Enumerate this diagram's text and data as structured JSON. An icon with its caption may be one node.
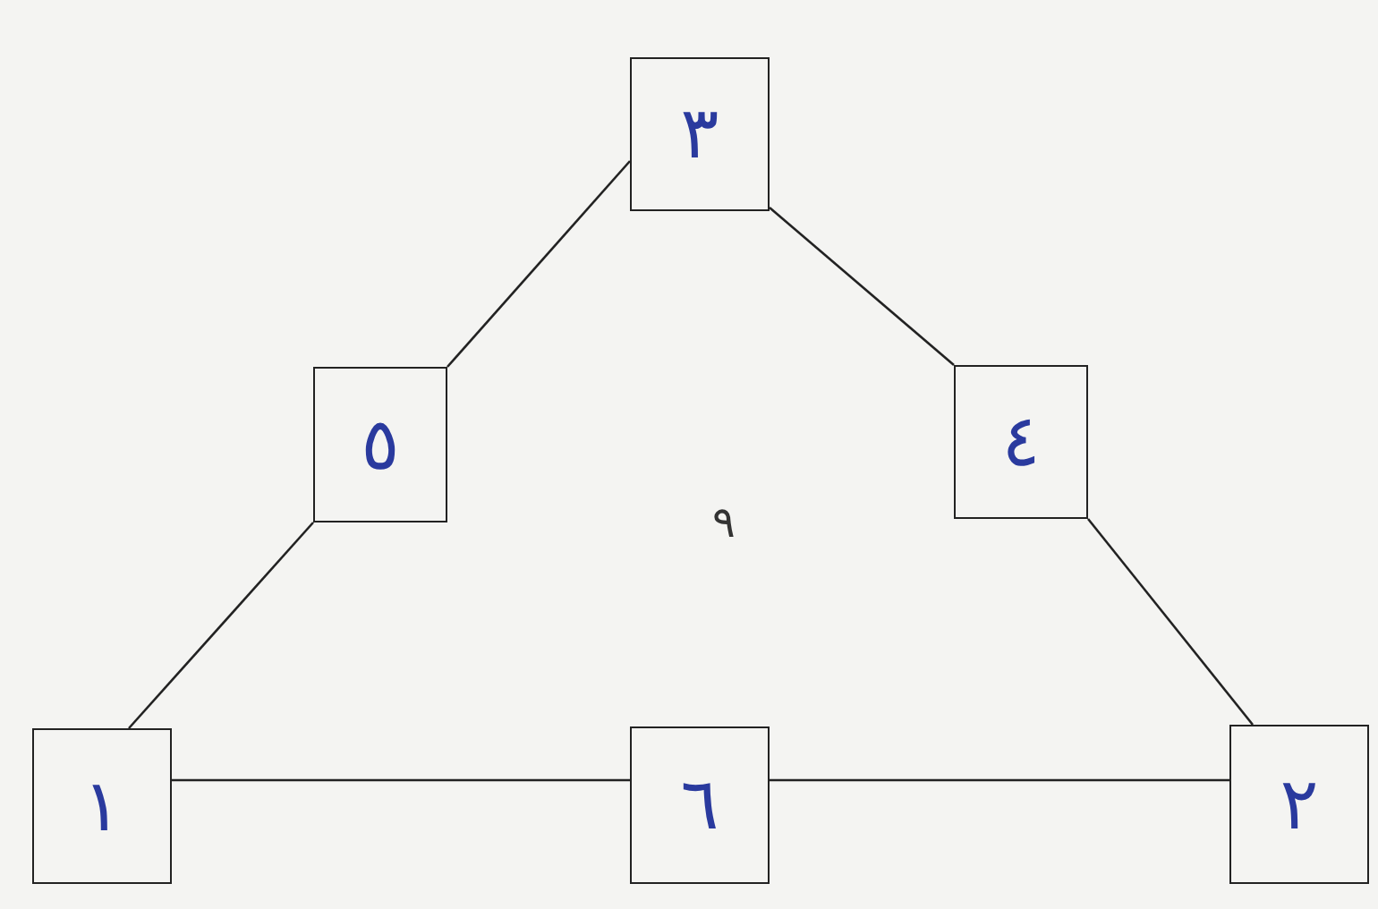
{
  "diagram": {
    "nodes": [
      {
        "text": [
          "٣"
        ]
      },
      {
        "text": [
          "٥"
        ]
      },
      {
        "text": [
          "٤"
        ]
      },
      {
        "text": [
          "١"
        ]
      },
      {
        "text": [
          "٦"
        ]
      },
      {
        "text": [
          "٢"
        ]
      }
    ],
    "edges": [
      {
        "from": 0,
        "to": 1,
        "arrow": "none"
      },
      {
        "from": 0,
        "to": 2,
        "arrow": "none"
      },
      {
        "from": 1,
        "to": 3,
        "arrow": "none"
      },
      {
        "from": 2,
        "to": 5,
        "arrow": "none"
      },
      {
        "from": 3,
        "to": 4,
        "arrow": "none"
      },
      {
        "from": 4,
        "to": 5,
        "arrow": "none"
      }
    ],
    "labels": [
      "٩"
    ]
  }
}
